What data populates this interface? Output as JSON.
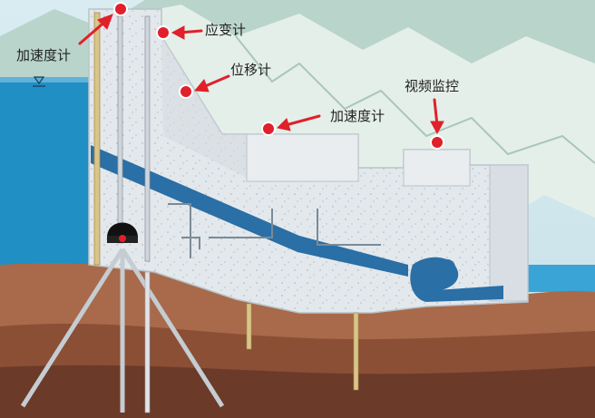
{
  "diagram": {
    "labels": {
      "accelerometer_left": "加速度计",
      "strain_gauge": "应变计",
      "displacement_meter": "位移计",
      "accelerometer_right": "加速度计",
      "video_monitoring": "视频监控"
    },
    "colors": {
      "sky": "#cfe6ee",
      "mountain_far": "#b7d2c7",
      "mountain_near": "#e2eee8",
      "water": "#1f8fc4",
      "water_right": "#3aa4d6",
      "dam_concrete": "#e3e8ec",
      "dam_shadow": "#c6cfd6",
      "gallery": "#2a6fa6",
      "soil_top": "#a86a4a",
      "soil_mid": "#8a4f35",
      "soil_deep": "#6b3a28",
      "sensor_red": "#e0202a",
      "instrument_steel": "#bfc6cc"
    }
  }
}
